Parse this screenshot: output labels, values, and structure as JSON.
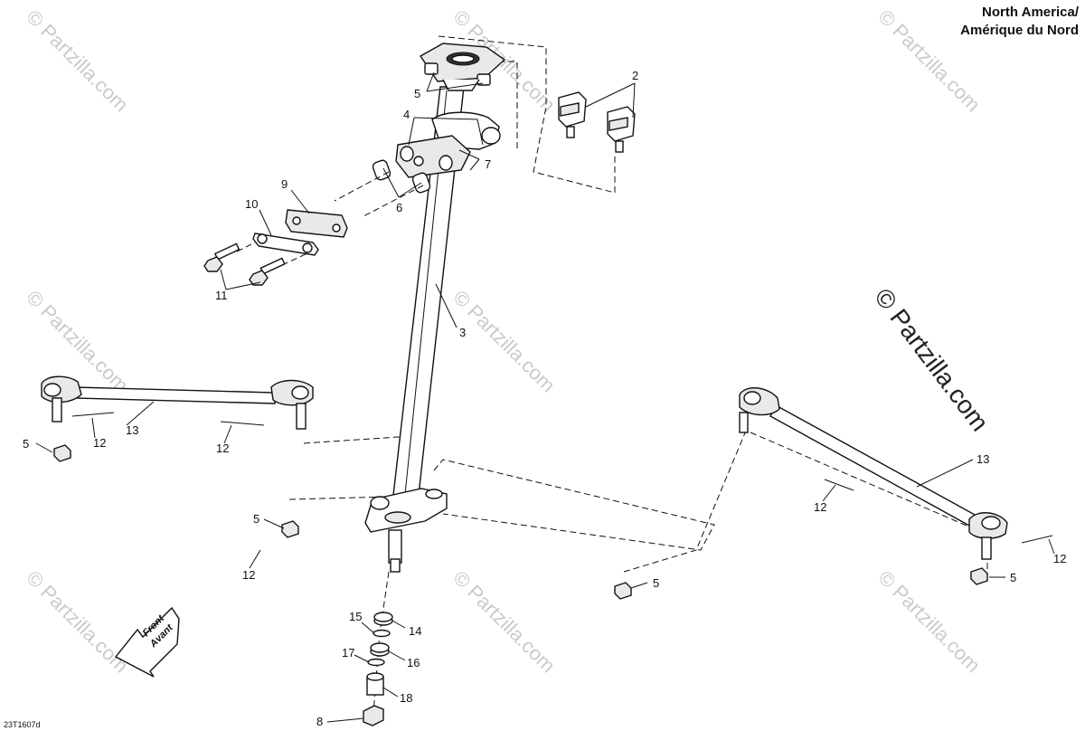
{
  "region": {
    "line1": "North America/",
    "line2": "Amérique du Nord"
  },
  "watermark": {
    "small": "© Partzilla.com",
    "large": "© Partzilla.com"
  },
  "front_arrow": {
    "line1": "Front",
    "line2": "Avant"
  },
  "figure_code": "23T1607d",
  "callouts": {
    "c2": "2",
    "c3": "3",
    "c4": "4",
    "c5_top": "5",
    "c5_left": "5",
    "c5_mid": "5",
    "c5_center": "5",
    "c5_right": "5",
    "c6": "6",
    "c7": "7",
    "c8": "8",
    "c9": "9",
    "c10": "10",
    "c11": "11",
    "c12_a": "12",
    "c12_b": "12",
    "c12_c": "12",
    "c12_d": "12",
    "c12_e": "12",
    "c13_left": "13",
    "c13_right": "13",
    "c14": "14",
    "c15": "15",
    "c16": "16",
    "c17": "17",
    "c18": "18"
  }
}
